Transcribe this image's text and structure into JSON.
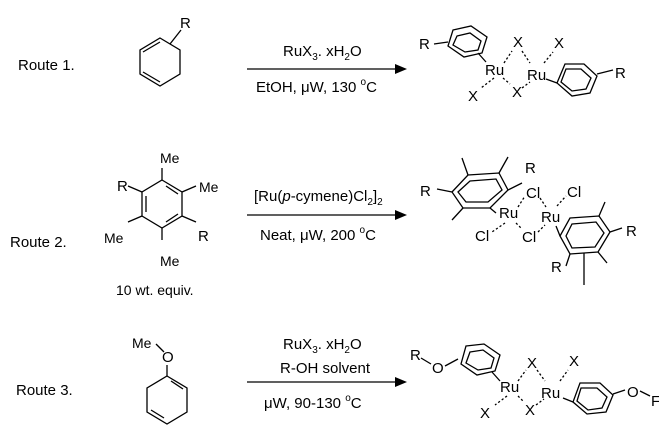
{
  "atoms": {
    "R": "R",
    "X": "X",
    "Ru": "Ru",
    "Cl": "Cl",
    "Me": "Me",
    "O": "O",
    "O_trunc": "F"
  },
  "routes": [
    {
      "label": "Route 1.",
      "conditions_above": {
        "base": "RuX",
        "sub": "3",
        "rest": ". xH",
        "sub2": "2",
        "tail": "O"
      },
      "conditions_below": {
        "text": "EtOH, μW, 130 ",
        "sup": "o",
        "tail": "C"
      }
    },
    {
      "label": "Route 2.",
      "conditions_above": {
        "pre": "[Ru(",
        "ital": "p",
        "mid": "-cymene)Cl",
        "sub": "2",
        "mid2": "]",
        "sub2": "2"
      },
      "conditions_below": {
        "text": "Neat, μW, 200 ",
        "sup": "o",
        "tail": "C"
      },
      "reagent_note": "10 wt. equiv."
    },
    {
      "label": "Route 3.",
      "conditions_above": {
        "base": "RuX",
        "sub": "3",
        "rest": ". xH",
        "sub2": "2",
        "tail": "O"
      },
      "conditions_middle": "R-OH solvent",
      "conditions_below": {
        "text": "μW, 90-130 ",
        "sup": "o",
        "tail": "C"
      }
    }
  ]
}
